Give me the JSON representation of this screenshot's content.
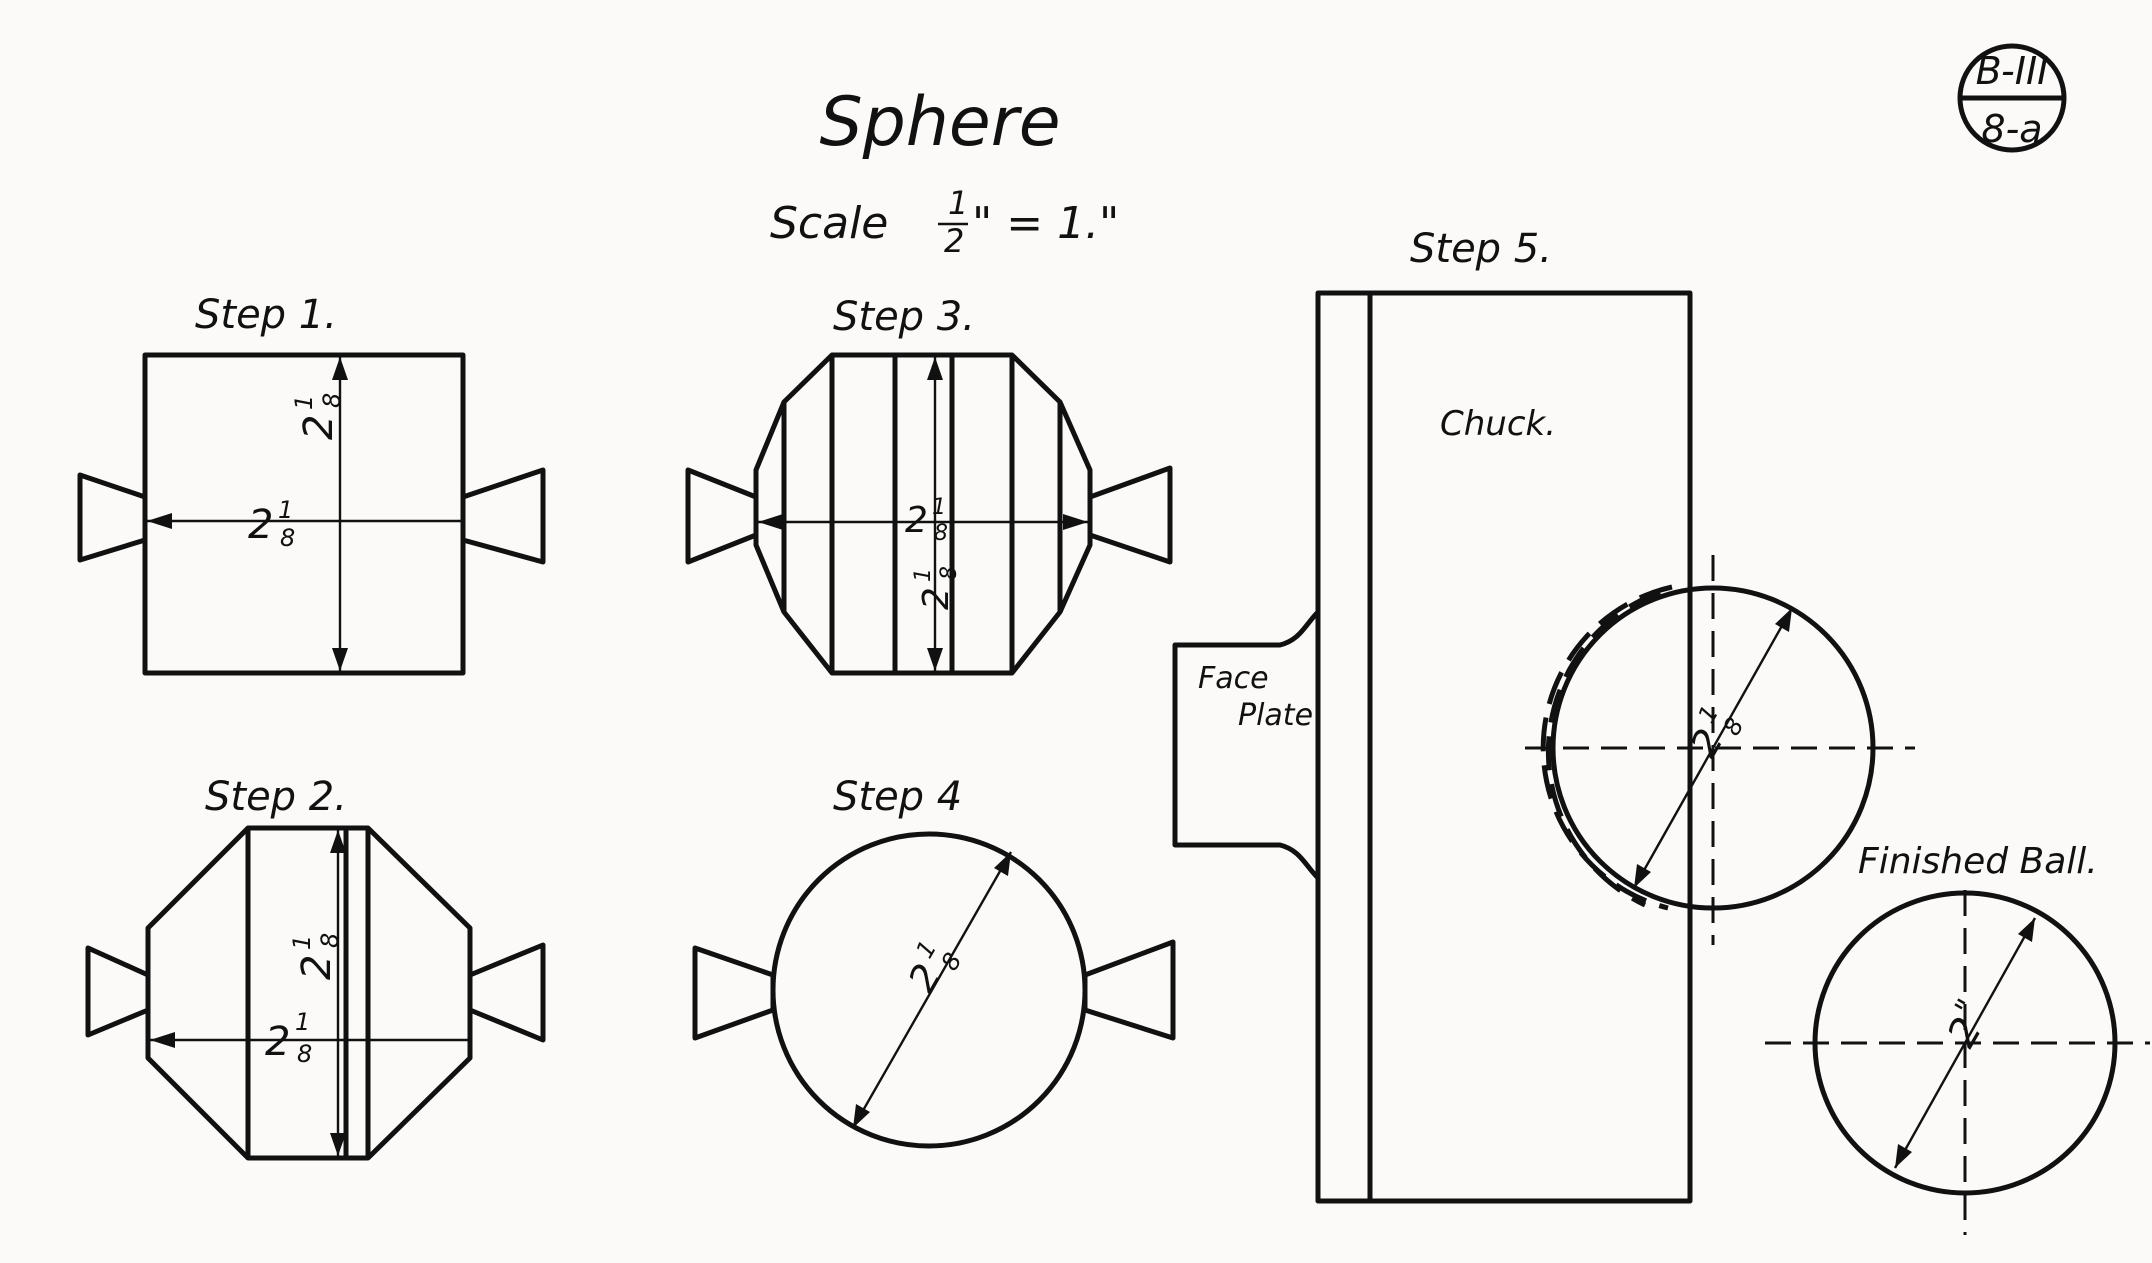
{
  "title": "Sphere",
  "scale": {
    "prefix": "Scale",
    "num": "1",
    "den": "2",
    "eq": "\" = 1.\""
  },
  "plate_id": {
    "top": "B-III",
    "bottom": "8-a"
  },
  "steps": {
    "step1": "Step 1.",
    "step2": "Step 2.",
    "step3": "Step 3.",
    "step4": "Step 4",
    "step5": "Step 5."
  },
  "labels": {
    "chuck": "Chuck.",
    "face": "Face",
    "plate": "Plate",
    "finished_ball": "Finished Ball."
  },
  "dimensions": {
    "whole": "2",
    "frac_num": "1",
    "frac_den": "8",
    "ball_whole": "2",
    "inch": "\""
  }
}
